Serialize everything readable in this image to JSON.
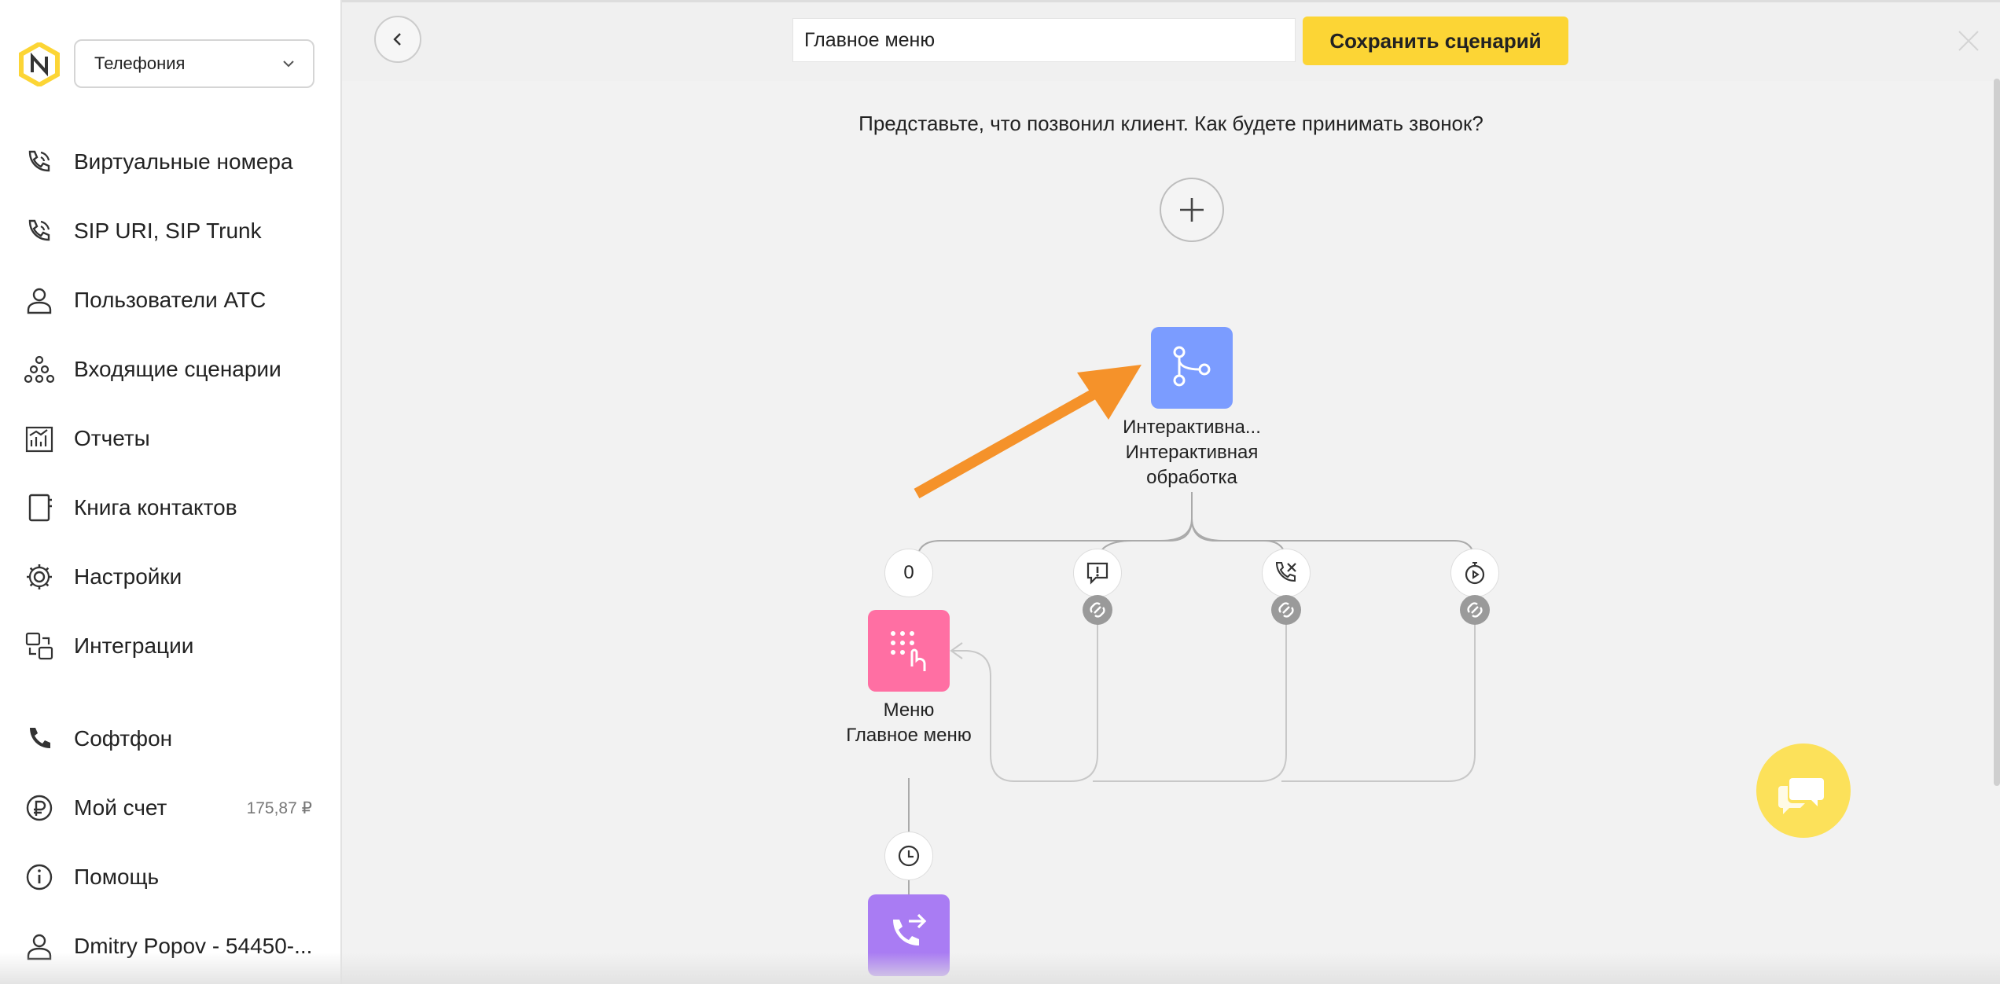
{
  "sidebar": {
    "selector_value": "Телефония",
    "items": [
      {
        "label": "Виртуальные номера",
        "icon": "phone-icon"
      },
      {
        "label": "SIP URI, SIP Trunk",
        "icon": "phone-icon"
      },
      {
        "label": "Пользователи АТС",
        "icon": "user-icon"
      },
      {
        "label": "Входящие сценарии",
        "icon": "hierarchy-icon"
      },
      {
        "label": "Отчеты",
        "icon": "chart-icon"
      },
      {
        "label": "Книга контактов",
        "icon": "book-icon"
      },
      {
        "label": "Настройки",
        "icon": "gear-icon"
      },
      {
        "label": "Интеграции",
        "icon": "integration-icon"
      },
      {
        "label": "Софтфон",
        "icon": "softphone-icon"
      },
      {
        "label": "Мой счет",
        "icon": "ruble-icon",
        "balance": "175,87 ₽"
      },
      {
        "label": "Помощь",
        "icon": "info-icon"
      },
      {
        "label": "Dmitry Popov - 54450-...",
        "icon": "user-icon"
      }
    ]
  },
  "header": {
    "scenario_name": "Главное меню",
    "save_label": "Сохранить сценарий"
  },
  "canvas": {
    "prompt": "Представьте, что позвонил клиент. Как будете принимать звонок?",
    "ivr_block": {
      "line1": "Интерактивна...",
      "line2": "Интерактивная",
      "line3": "обработка",
      "color": "#7b9cff"
    },
    "branch_key": "0",
    "menu_block": {
      "line1": "Меню",
      "line2": "Главное меню",
      "color": "#ff6fa3"
    },
    "transfer_block_color": "#a97cf3",
    "arrow_color": "#f5922a"
  },
  "colors": {
    "accent": "#fcd535",
    "chat": "#fce15a"
  }
}
